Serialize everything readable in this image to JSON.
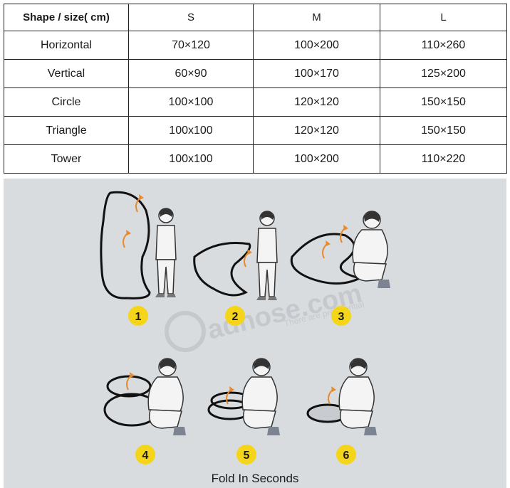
{
  "table": {
    "headers": [
      "Shape / size( cm)",
      "S",
      "M",
      "L"
    ],
    "rows": [
      [
        "Horizontal",
        "70×120",
        "100×200",
        "110×260"
      ],
      [
        "Vertical",
        "60×90",
        "100×170",
        "125×200"
      ],
      [
        "Circle",
        "100×100",
        "120×120",
        "150×150"
      ],
      [
        "Triangle",
        "100x100",
        "120×120",
        "150×150"
      ],
      [
        "Tower",
        "100x100",
        "100×200",
        "110×220"
      ]
    ]
  },
  "steps": [
    "1",
    "2",
    "3",
    "4",
    "5",
    "6"
  ],
  "watermark": {
    "brand": "adnose.com",
    "tagline": "There are preferential"
  },
  "caption": "Fold In Seconds",
  "colors": {
    "badge": "#f5d51a",
    "arrow": "#e8892c",
    "panel": "#d9dcdf",
    "frame": "#111111"
  }
}
